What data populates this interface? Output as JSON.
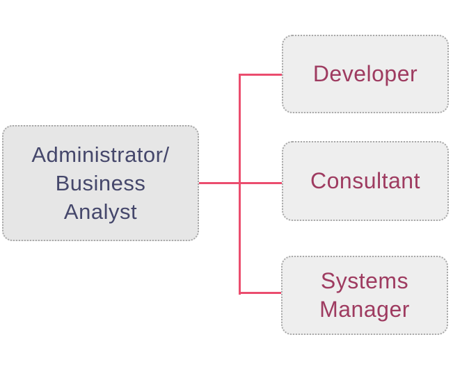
{
  "diagram": {
    "title": "roles-hierarchy-diagram",
    "root_node": {
      "label": "Administrator/\nBusiness\nAnalyst"
    },
    "child_nodes": [
      {
        "id": "developer",
        "label": "Developer"
      },
      {
        "id": "consultant",
        "label": "Consultant"
      },
      {
        "id": "systems-manager",
        "label": "Systems\nManager"
      }
    ],
    "colors": {
      "connector": "#eb4d6e",
      "root_text": "#45476b",
      "child_text": "#9e3b60",
      "root_fill": "#e6e6e6",
      "child_fill": "#eeeeee",
      "box_border": "#a8a8a8",
      "canvas_bg": "#ffffff"
    }
  }
}
